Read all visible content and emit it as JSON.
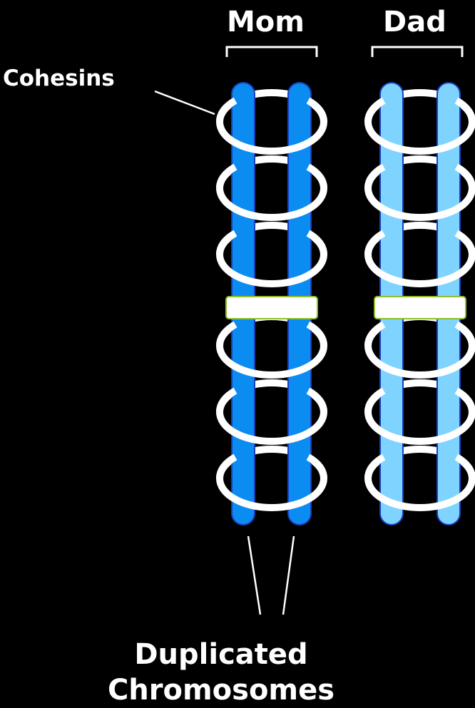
{
  "labels": {
    "mom": "Mom",
    "dad": "Dad",
    "cohesins": "Cohesins",
    "duplicated_line1": "Duplicated",
    "duplicated_line2": "Chromosomes"
  },
  "colors": {
    "background": "#000000",
    "mom_chromatid": "#0a8cf0",
    "dad_chromatid": "#7fd4ff",
    "chromatid_outline": "#1a3fbf",
    "cohesin_ring": "#ffffff",
    "centromere_fill": "#ffffff",
    "centromere_outline": "#8fbf2a",
    "text": "#ffffff"
  },
  "chromosomes": [
    {
      "parent": "Mom",
      "chromatids": 2,
      "cohesin_rings": 6
    },
    {
      "parent": "Dad",
      "chromatids": 2,
      "cohesin_rings": 6
    }
  ]
}
